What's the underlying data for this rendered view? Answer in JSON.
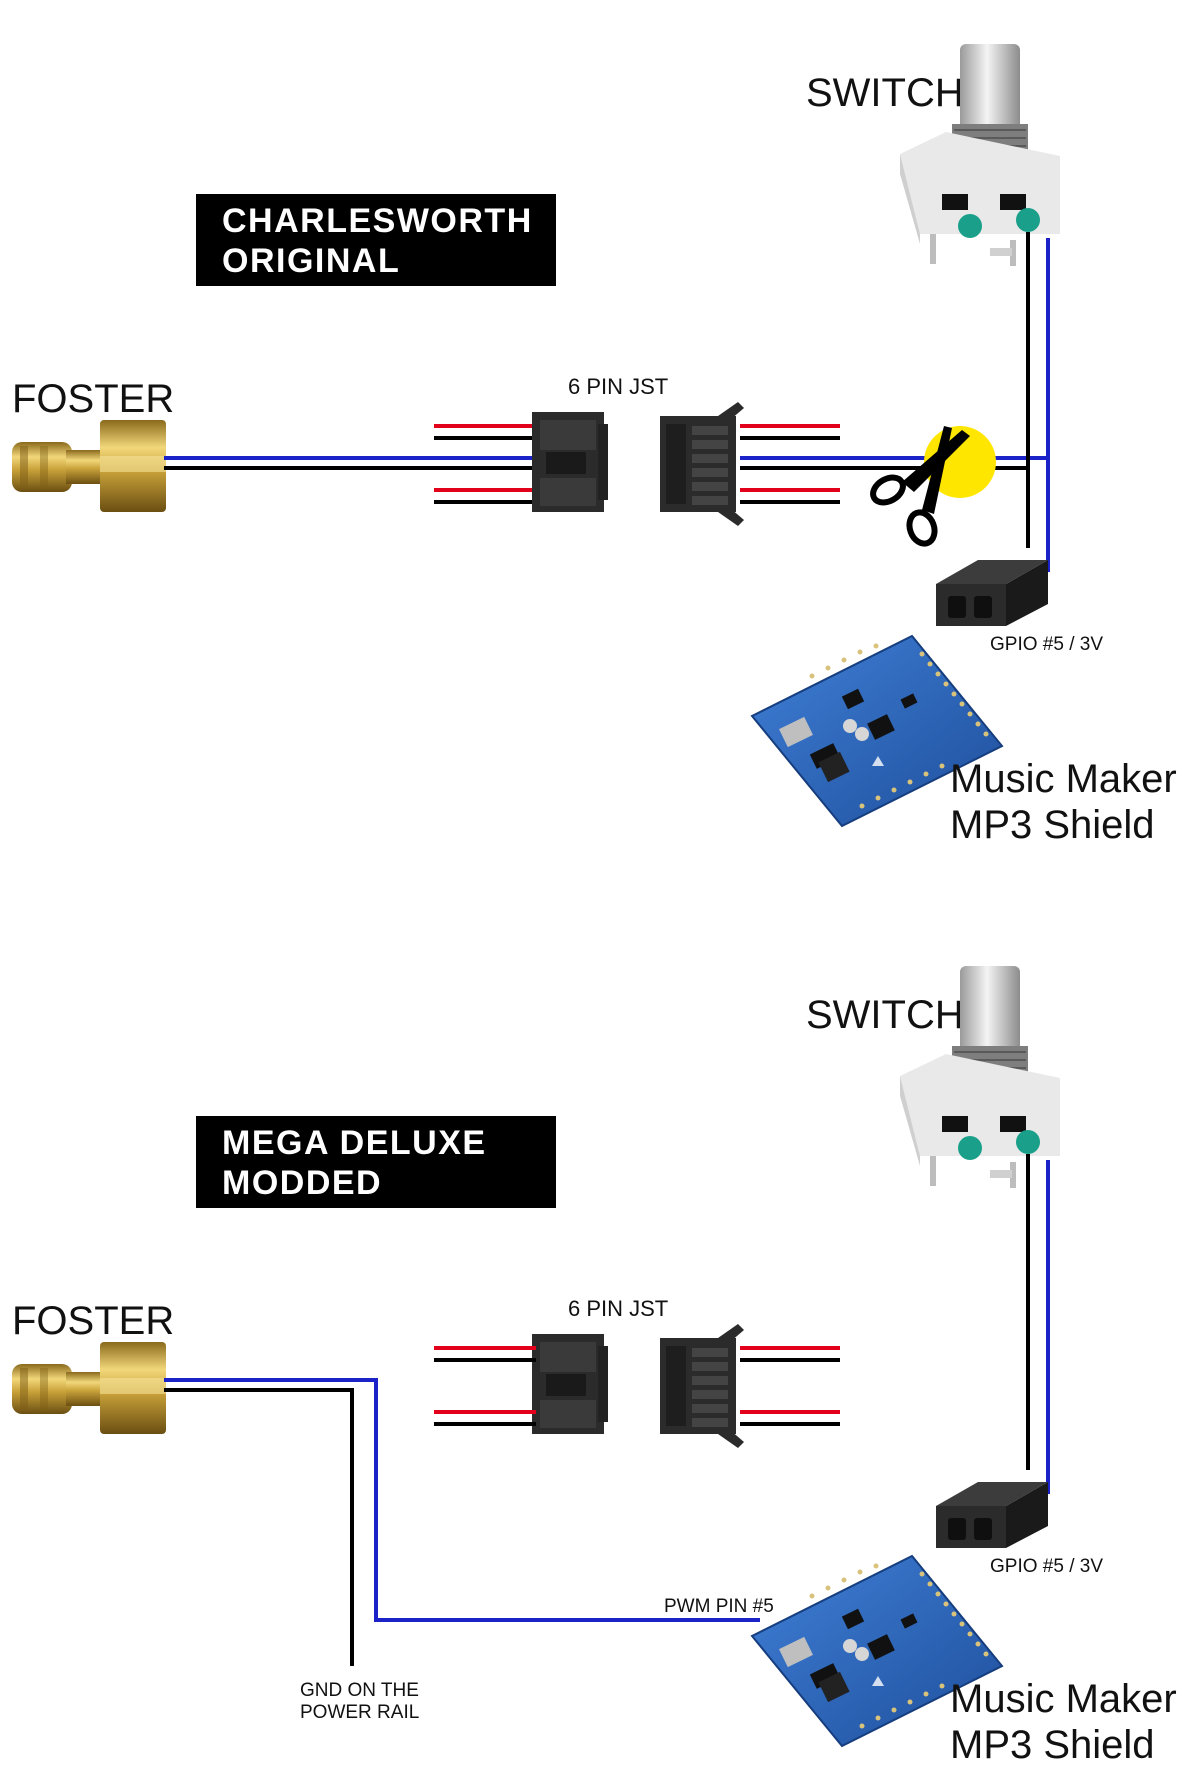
{
  "colors": {
    "blue_wire": "#1a22c8",
    "black_wire": "#000000",
    "red_wire": "#e2001a",
    "brass": "#c9a23a",
    "connector": "#2b2b2b",
    "board": "#2a62b8",
    "highlight": "#ffe600"
  },
  "diagrams": [
    {
      "title_line1": "CHARLESWORTH",
      "title_line2": "ORIGINAL",
      "foster_label": "FOSTER",
      "jst_label": "6 PIN JST",
      "switch_label": "SWITCH",
      "gpio_label": "GPIO #5 / 3V",
      "board_label_line1": "Music Maker",
      "board_label_line2": "MP3 Shield",
      "cut_icon": "scissors-icon"
    },
    {
      "title_line1": "MEGA DELUXE",
      "title_line2": "MODDED",
      "foster_label": "FOSTER",
      "jst_label": "6 PIN JST",
      "switch_label": "SWITCH",
      "gpio_label": "GPIO #5 / 3V",
      "pwm_label": "PWM PIN #5",
      "gnd_label_line1": "GND ON THE",
      "gnd_label_line2": "POWER RAIL",
      "board_label_line1": "Music Maker",
      "board_label_line2": "MP3 Shield"
    }
  ]
}
